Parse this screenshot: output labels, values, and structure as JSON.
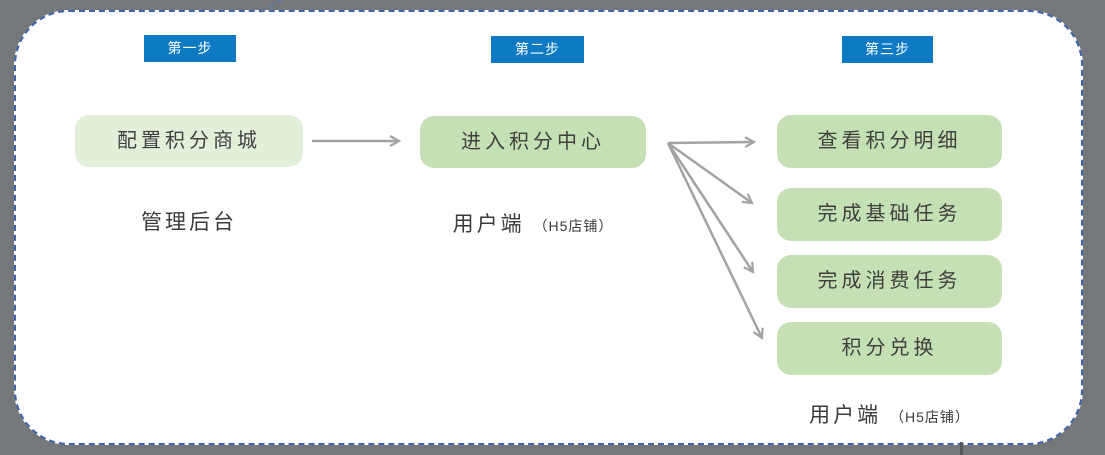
{
  "diagram": {
    "colors": {
      "background": "#75787A",
      "panel": "#FFFFFF",
      "panel_border": "#3E64AE",
      "badge": "#0E7AC3",
      "badge_text": "#FFFFFF",
      "box_light_green": "#E2EFD9",
      "box_green": "#C5E0B4",
      "box_text": "#3F3F3F",
      "caption_text": "#3B3B3B",
      "arrow": "#A3A3A3"
    },
    "steps": [
      {
        "badge": "第一步",
        "boxes": [
          "配置积分商城"
        ],
        "caption": "管理后台",
        "caption_note": ""
      },
      {
        "badge": "第二步",
        "boxes": [
          "进入积分中心"
        ],
        "caption": "用户端",
        "caption_note": "（H5店铺）"
      },
      {
        "badge": "第三步",
        "boxes": [
          "查看积分明细",
          "完成基础任务",
          "完成消费任务",
          "积分兑换"
        ],
        "caption": "用户端",
        "caption_note": "（H5店铺）"
      }
    ]
  }
}
